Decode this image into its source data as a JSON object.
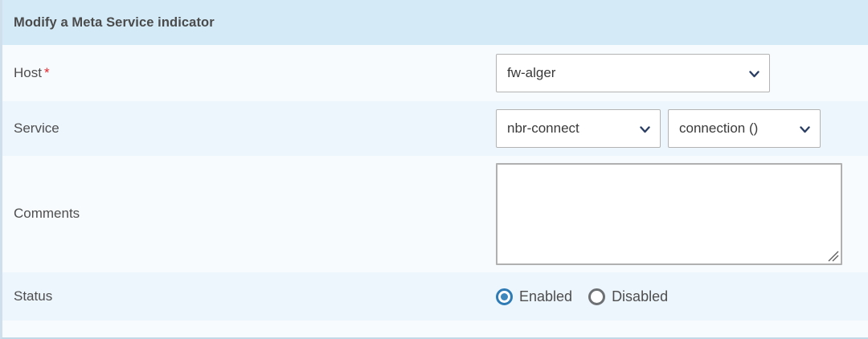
{
  "header": {
    "title": "Modify a Meta Service indicator",
    "background_color": "#d4eaf7",
    "text_color": "#4b4b4b"
  },
  "fields": {
    "host": {
      "label": "Host",
      "required_marker": "*",
      "select_value": "fw-alger",
      "chevron_icon": "chevron-down-icon",
      "chevron_color": "#2a3e63"
    },
    "service": {
      "label": "Service",
      "service_value": "nbr-connect",
      "param_value": "connection ()",
      "chevron_icon": "chevron-down-icon"
    },
    "comments": {
      "label": "Comments",
      "value": "",
      "placeholder": "",
      "resize_grip_icon": "resize-grip-icon"
    },
    "status": {
      "label": "Status",
      "options": [
        {
          "label": "Enabled",
          "selected": true,
          "color": "#2e7bb5"
        },
        {
          "label": "Disabled",
          "selected": false,
          "color": "#6e7174"
        }
      ]
    }
  },
  "colors": {
    "row_light": "#f7fbfe",
    "row_tint": "#edf5fd",
    "required_star": "#e8252a",
    "accent": "#2e7bb5",
    "border": "#b3b3b3"
  }
}
